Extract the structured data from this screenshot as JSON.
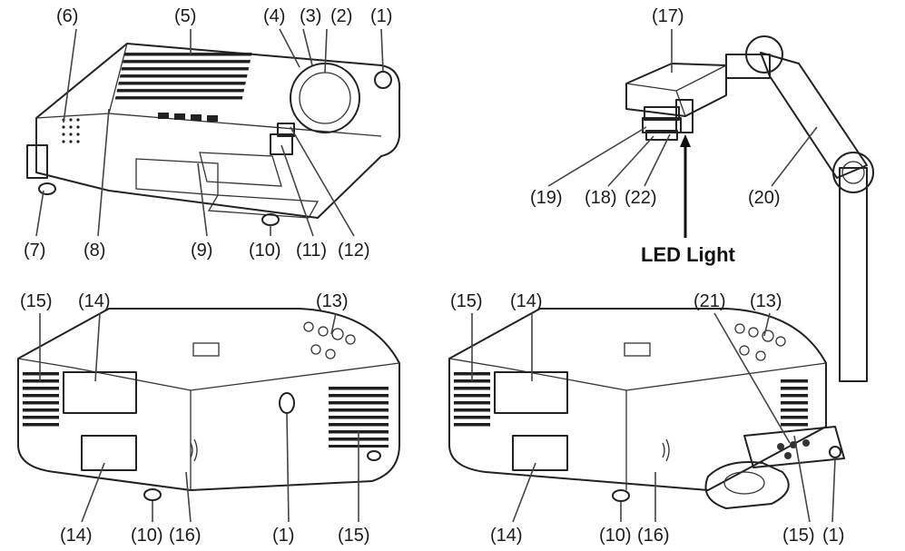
{
  "labels": {
    "c1": "(1)",
    "c2": "(2)",
    "c3": "(3)",
    "c4": "(4)",
    "c5": "(5)",
    "c6": "(6)",
    "c7": "(7)",
    "c8": "(8)",
    "c9": "(9)",
    "c10": "(10)",
    "c11": "(11)",
    "c12": "(12)",
    "c13": "(13)",
    "c14": "(14)",
    "c15": "(15)",
    "c16": "(16)",
    "c17": "(17)",
    "c18": "(18)",
    "c19": "(19)",
    "c20": "(20)",
    "c21": "(21)",
    "c22": "(22)",
    "led_light": "LED Light"
  },
  "colors": {
    "line": "#222222",
    "lead": "#444444",
    "body_fill": "#f4f4f4",
    "vent": "#1e1e1e",
    "arm_fill": "#f7f7f7"
  }
}
